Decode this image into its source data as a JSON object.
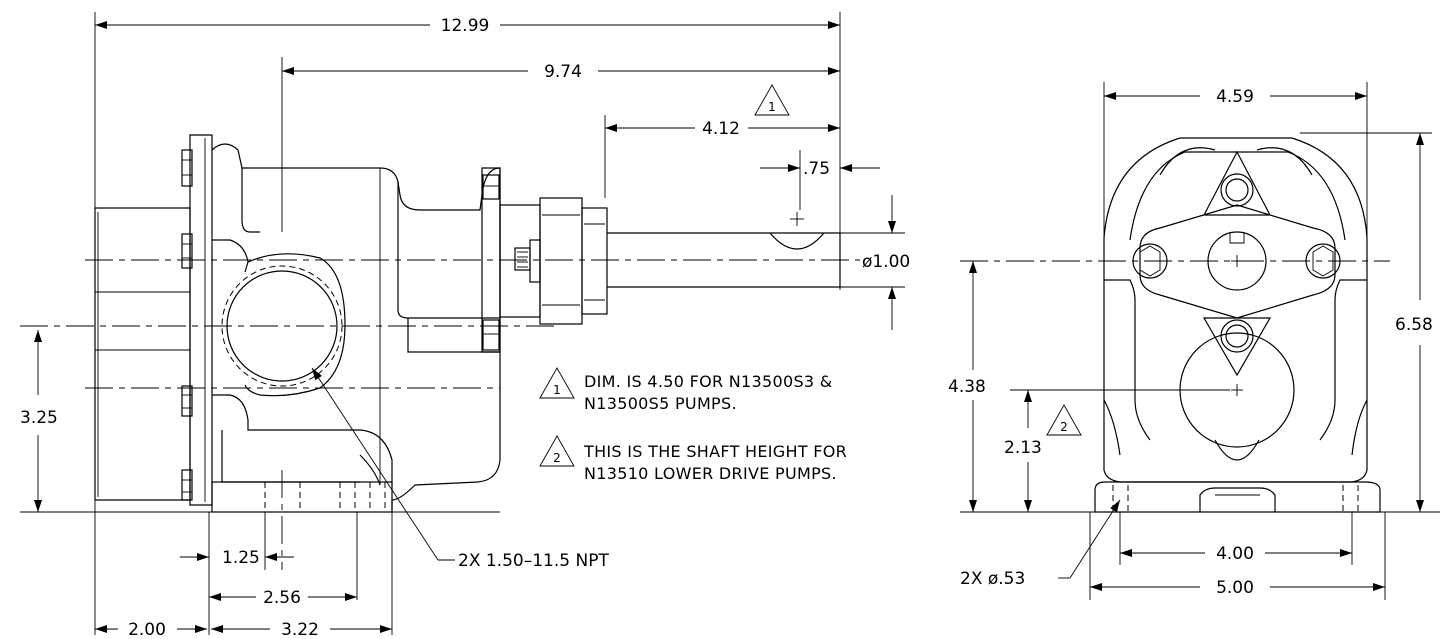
{
  "dimensions": {
    "overall_length": "12.99",
    "flange_to_shaft_end": "9.74",
    "shaft_extension": "4.12",
    "keyway_offset": ".75",
    "shaft_diameter": "ø1.00",
    "port_centerline_height": "3.25",
    "port_spacing": "1.25",
    "port_offset": "2.56",
    "base_length": "3.22",
    "rear_overhang": "2.00",
    "port_note": "2X 1.50–11.5 NPT",
    "end_width": "4.59",
    "overall_height": "6.58",
    "shaft_height": "4.38",
    "lower_shaft_height": "2.13",
    "mount_hole_spacing": "4.00",
    "base_width": "5.00",
    "mount_holes": "2X ø.53"
  },
  "flags": {
    "one": "1",
    "two": "2"
  },
  "notes": [
    {
      "flag": "1",
      "line1": "DIM. IS 4.50 FOR N13500S3 &",
      "line2": "N13500S5 PUMPS."
    },
    {
      "flag": "2",
      "line1": "THIS IS THE SHAFT HEIGHT FOR",
      "line2": "N13510 LOWER DRIVE PUMPS."
    }
  ]
}
